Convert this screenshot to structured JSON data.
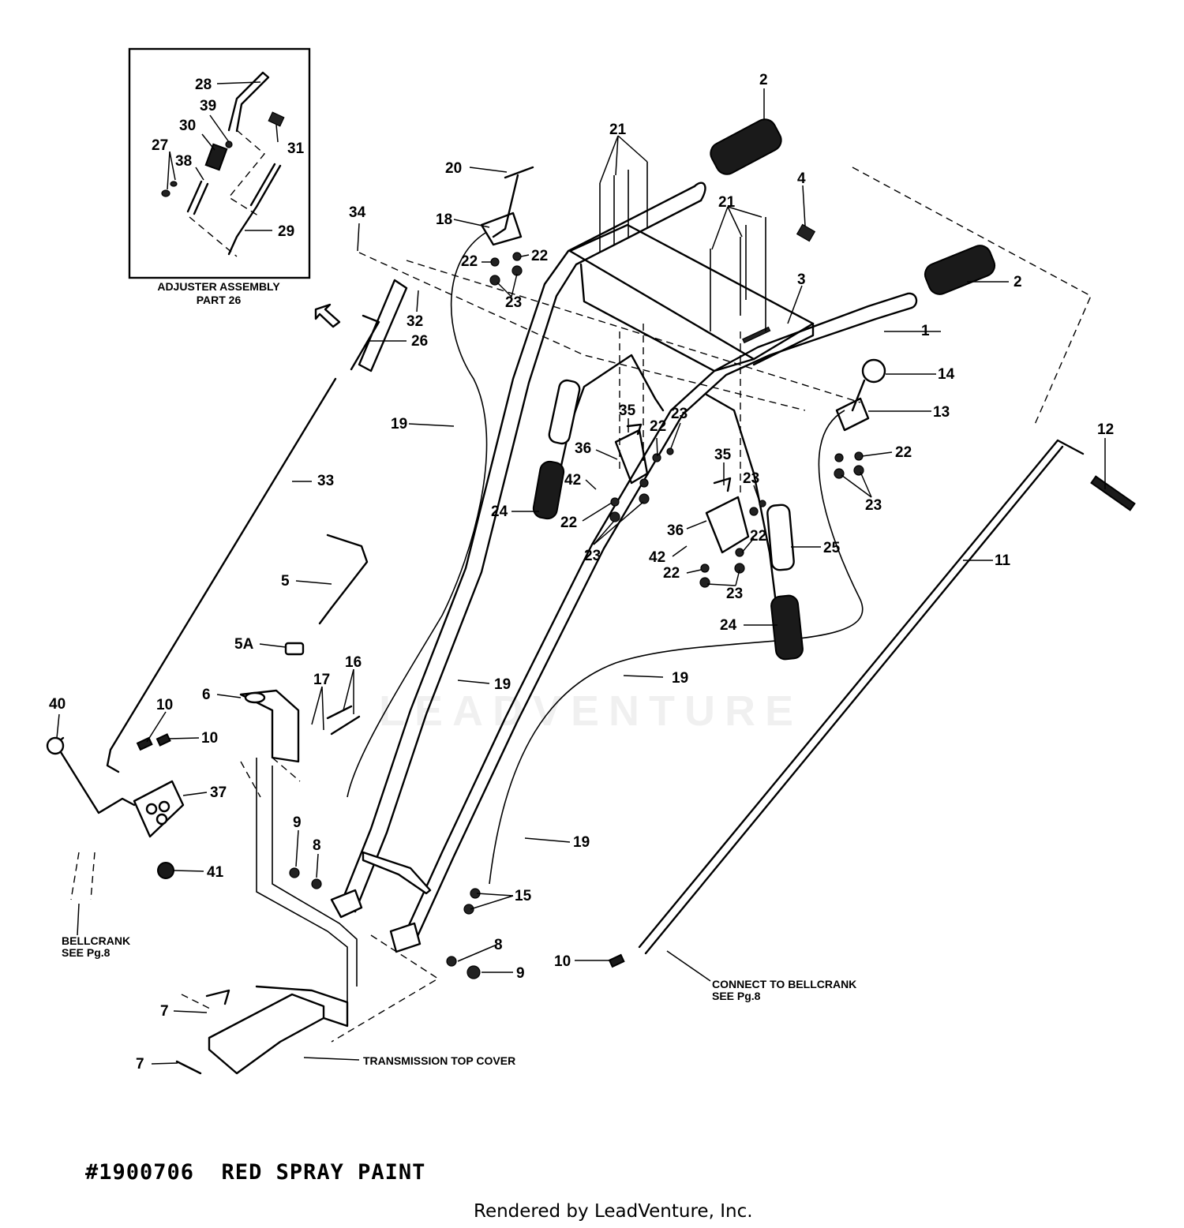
{
  "inset": {
    "title_line1": "ADJUSTER ASSEMBLY",
    "title_line2": "PART 26"
  },
  "callouts": {
    "c1": "1",
    "c2a": "2",
    "c2b": "2",
    "c3": "3",
    "c4": "4",
    "c5": "5",
    "c5a": "5A",
    "c6": "6",
    "c7a": "7",
    "c7b": "7",
    "c8a": "8",
    "c8b": "8",
    "c9a": "9",
    "c9b": "9",
    "c10a": "10",
    "c10b": "10",
    "c10c": "10",
    "c11": "11",
    "c12": "12",
    "c13": "13",
    "c14": "14",
    "c15": "15",
    "c16": "16",
    "c17": "17",
    "c18": "18",
    "c19a": "19",
    "c19b": "19",
    "c19c": "19",
    "c19d": "19",
    "c20": "20",
    "c21a": "21",
    "c21b": "21",
    "c22a": "22",
    "c22b": "22",
    "c22c": "22",
    "c22d": "22",
    "c22e": "22",
    "c22f": "22",
    "c22g": "22",
    "c23a": "23",
    "c23b": "23",
    "c23c": "23",
    "c23d": "23",
    "c23e": "23",
    "c23f": "23",
    "c24a": "24",
    "c24b": "24",
    "c25": "25",
    "c26": "26",
    "c27": "27",
    "c28": "28",
    "c29": "29",
    "c30": "30",
    "c31": "31",
    "c32": "32",
    "c33": "33",
    "c34": "34",
    "c35a": "35",
    "c35b": "35",
    "c36a": "36",
    "c36b": "36",
    "c37": "37",
    "c38": "38",
    "c39": "39",
    "c40": "40",
    "c41": "41",
    "c42a": "42",
    "c42b": "42"
  },
  "notes": {
    "bellcrank_left_1": "BELLCRANK",
    "bellcrank_left_2": "SEE Pg.8",
    "connect_1": "CONNECT TO BELLCRANK",
    "connect_2": "SEE Pg.8",
    "transmission": "TRANSMISSION TOP COVER"
  },
  "footer": {
    "paint": "#1900706  RED SPRAY PAINT",
    "credit": "Rendered by LeadVenture, Inc."
  },
  "watermark": "LEADVENTURE"
}
